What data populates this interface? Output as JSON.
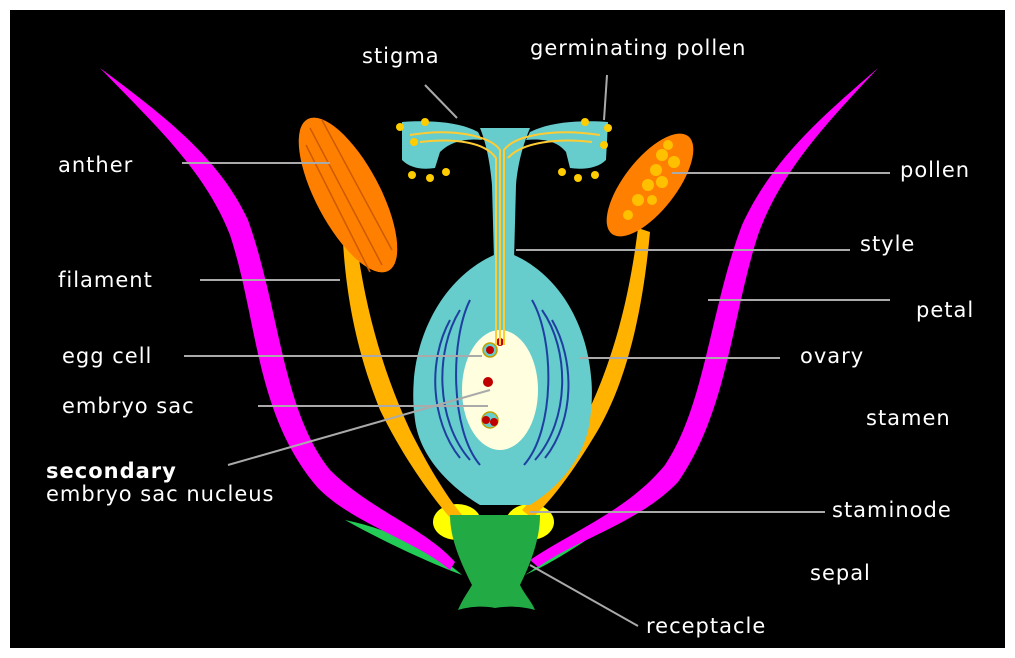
{
  "diagram": {
    "labels": {
      "stigma": "stigma",
      "germinating_pollen": "germinating pollen",
      "anther": "anther",
      "pollen": "pollen",
      "style": "style",
      "filament": "filament",
      "petal": "petal",
      "egg_cell": "egg cell",
      "ovary": "ovary",
      "embryo_sac": "embryo sac",
      "stamen": "stamen",
      "secondary": "secondary",
      "embryo_sac_nucleus": "embryo sac nucleus",
      "staminode": "staminode",
      "sepal": "sepal",
      "receptacle": "receptacle"
    },
    "colors": {
      "background": "#000000",
      "petal": "#ff00ff",
      "stamen": "#ffb300",
      "anther": "#ff8000",
      "pistil": "#66cccc",
      "ovule_lines": "#1f3fa0",
      "embryo_sac": "#ffffe0",
      "nucleus": "#c00000",
      "receptacle": "#22aa44",
      "sepal": "#22cc55",
      "staminode": "#ffff00",
      "leader_line": "#aaaaaa",
      "text": "#ffffff"
    }
  }
}
